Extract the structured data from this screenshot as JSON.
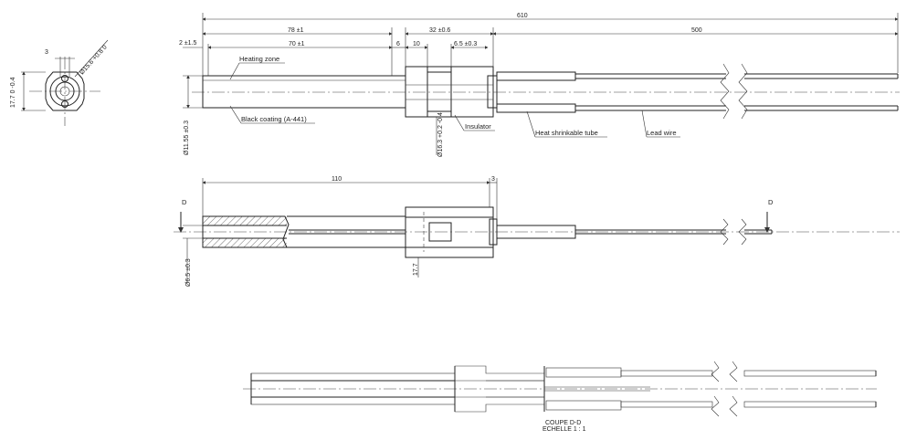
{
  "dimensions": {
    "total_length": "610",
    "heated_length": "78 ±1",
    "heating_zone_length": "70 ±1",
    "end_offset": "2 ±1.5",
    "gap": "6",
    "insulator_length": "32 ±0.6",
    "insulator_step": "10",
    "insulator_offset": "6.5 ±0.3",
    "lead_length": "500",
    "body_diameter": "Ø11.55 ±0.3",
    "insulator_diameter": "Ø16.3 +0.2 -0.4",
    "section_length": "110",
    "section_step": "3",
    "bore_diameter": "Ø6.5 ±0.3",
    "insulator_height": "17.7",
    "end_view_height": "17.7 0 -0.4",
    "end_view_width": "3",
    "end_view_diameter": "Ø15.6 +0.8 0"
  },
  "labels": {
    "heating_zone": "Heating zone",
    "black_coating": "Black coating (A-441)",
    "insulator": "Insulator",
    "heat_shrink": "Heat shrinkable tube",
    "lead_wire": "Lead wire",
    "section_mark": "D",
    "section_title": "COUPE D-D",
    "section_scale": "ECHELLE 1 : 1"
  }
}
